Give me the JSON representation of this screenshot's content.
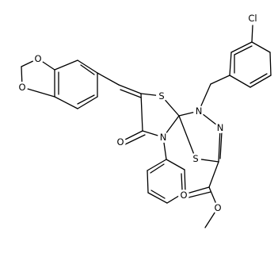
{
  "atom_labels": {
    "o_dioxole_upper": "O",
    "o_dioxole_lower": "O",
    "s_thiazolidine": "S",
    "n_thiazolidine": "N",
    "o_carbonyl": "O",
    "n_upper": "N",
    "n_right": "N",
    "s_thiadiazole": "S",
    "cl": "Cl",
    "o_ester_carbonyl": "O",
    "o_ester_ether": "O"
  },
  "colors": {
    "line": "#000000",
    "background": "#ffffff"
  }
}
